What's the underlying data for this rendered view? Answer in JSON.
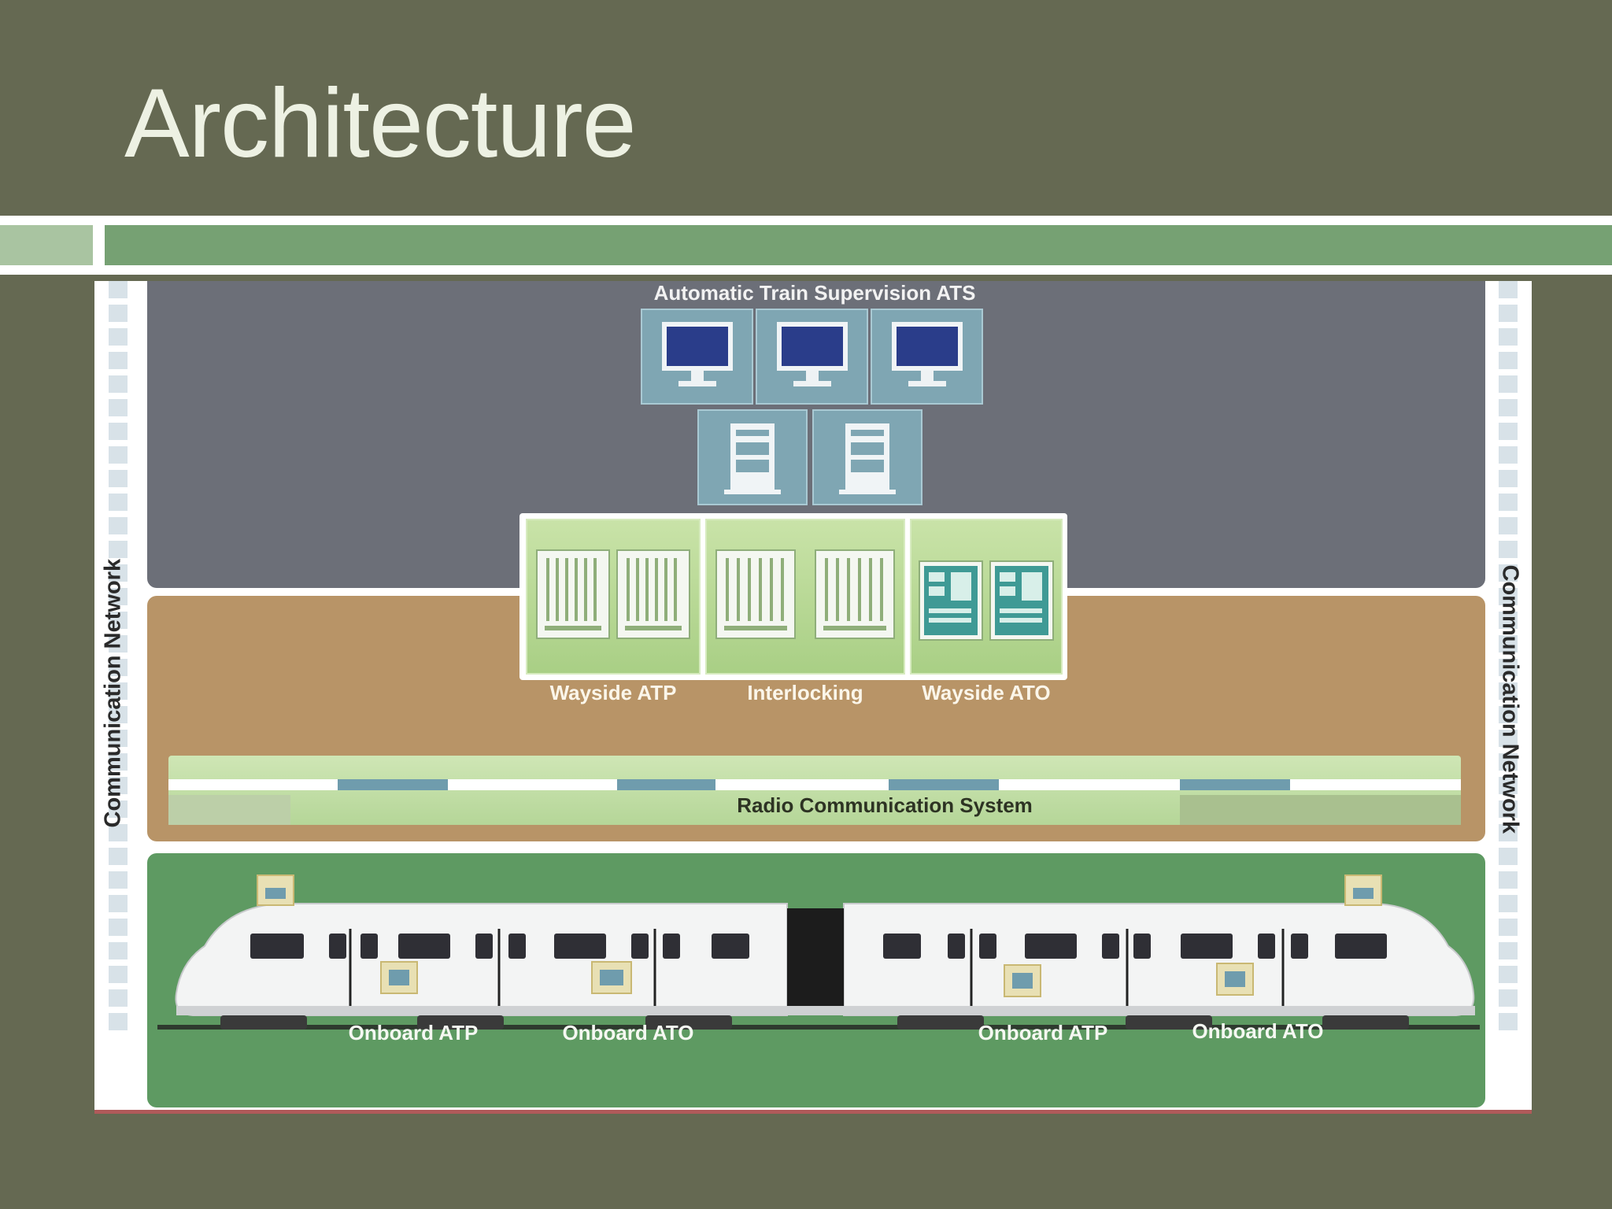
{
  "slide": {
    "title": "Architecture"
  },
  "diagram": {
    "ats_label": "Automatic Train Supervision ATS",
    "wayside_labels": [
      "Wayside ATP",
      "Interlocking",
      "Wayside ATO"
    ],
    "radio_label": "Radio Communication System",
    "onboard_labels": [
      "Onboard ATP",
      "Onboard ATO",
      "Onboard ATP",
      "Onboard ATO"
    ],
    "comm_left": "Communication Network",
    "comm_right": "Communication Network",
    "colors": {
      "slide_bg": "#656952",
      "ats_zone": "#6c6f78",
      "wayside_zone": "#b89467",
      "train_zone": "#5e9a62",
      "accent_green": "#76a173"
    }
  }
}
